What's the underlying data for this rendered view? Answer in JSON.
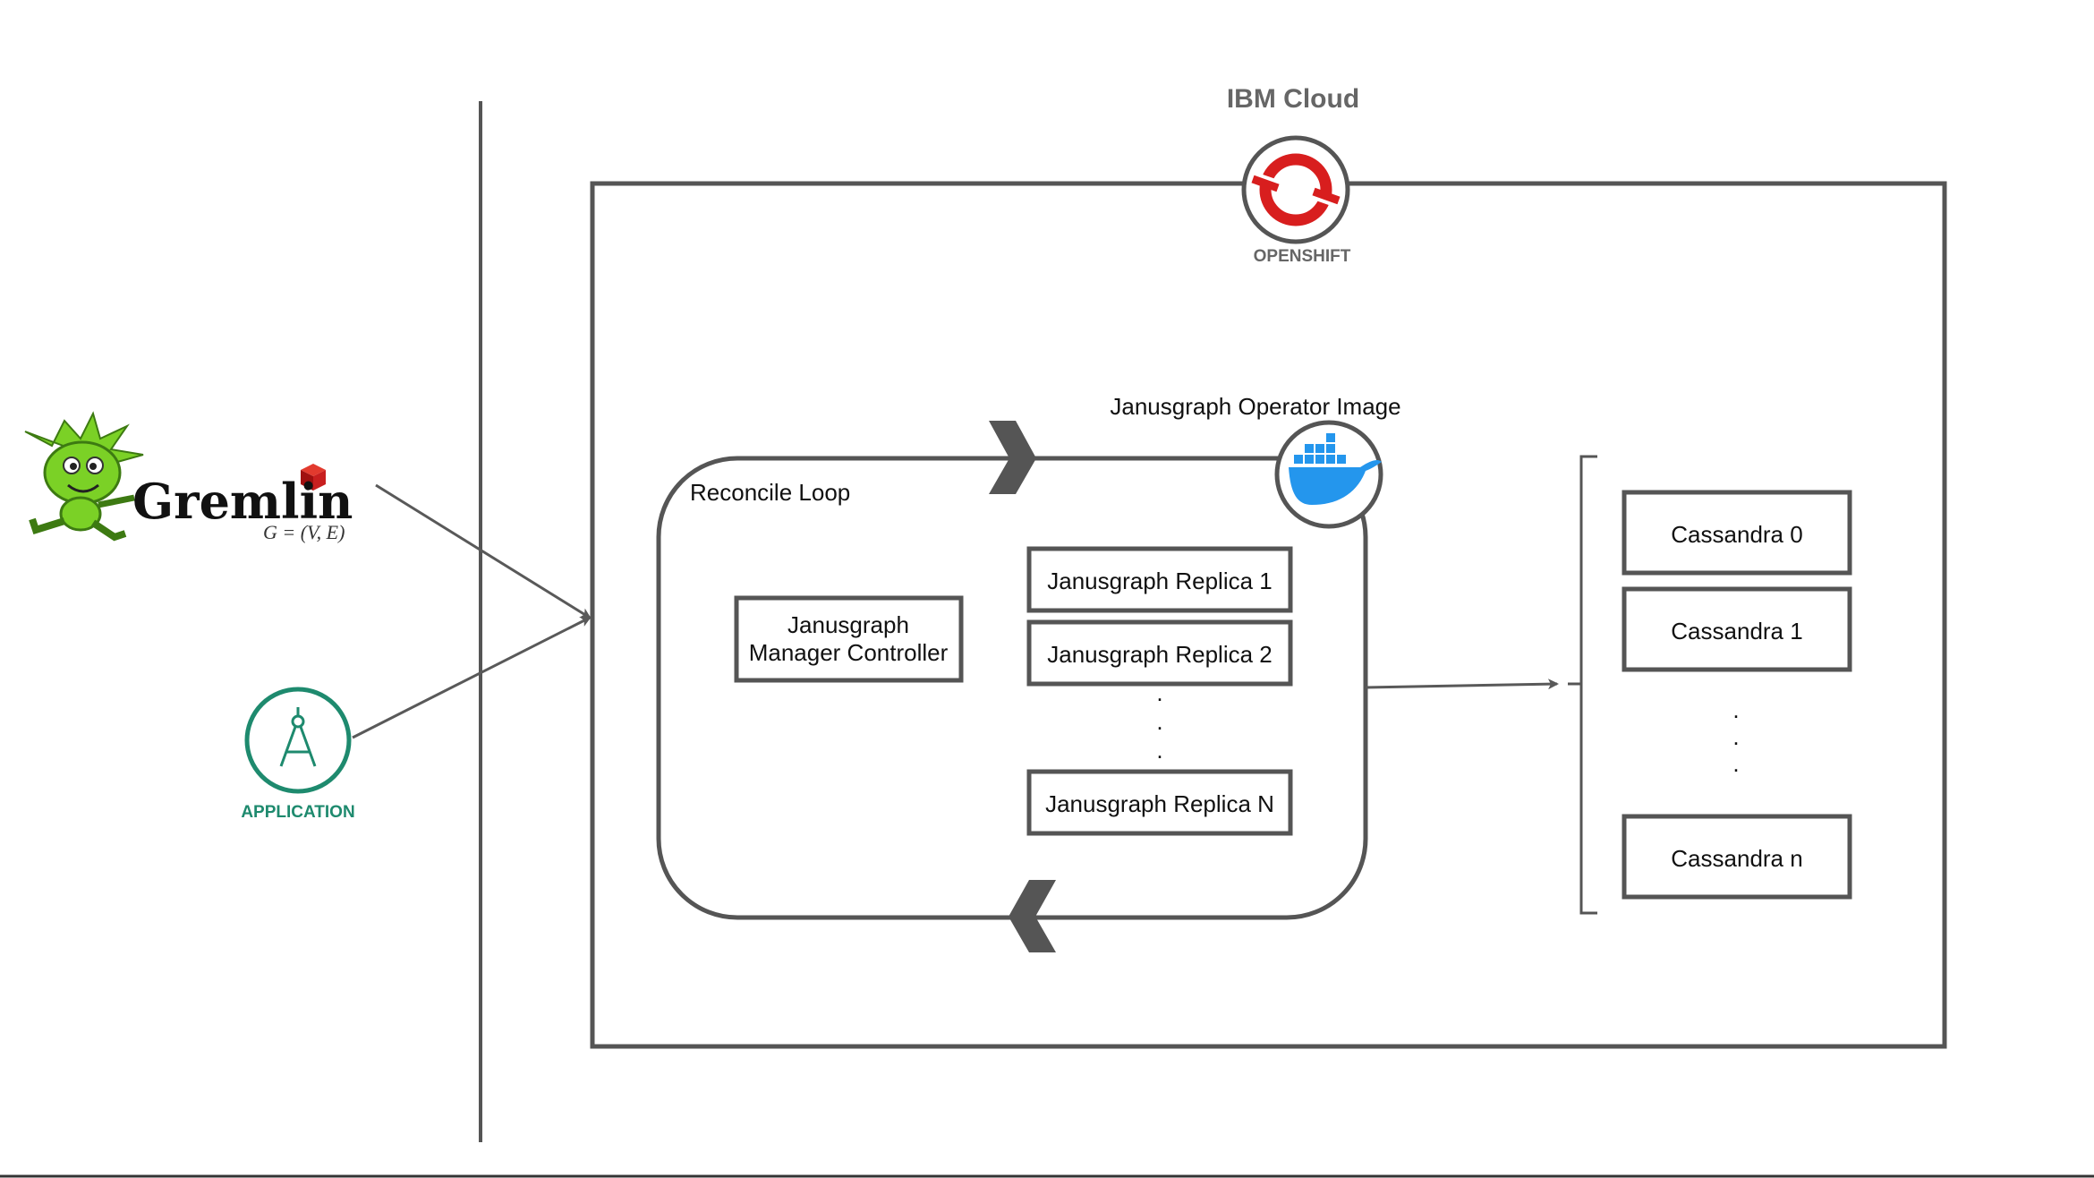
{
  "cloud": {
    "title": "IBM Cloud",
    "platform_label": "OPENSHIFT"
  },
  "operator": {
    "image_label": "Janusgraph Operator Image",
    "loop_label": "Reconcile Loop"
  },
  "manager": {
    "line1": "Janusgraph",
    "line2": "Manager Controller"
  },
  "replicas": [
    {
      "label": "Janusgraph Replica 1"
    },
    {
      "label": "Janusgraph Replica 2"
    },
    {
      "label": "Janusgraph Replica N"
    }
  ],
  "cassandra": [
    {
      "label": "Cassandra 0"
    },
    {
      "label": "Cassandra 1"
    },
    {
      "label": "Cassandra n"
    }
  ],
  "gremlin": {
    "name": "Gremlin",
    "formula": "G = (V, E)"
  },
  "application": {
    "label": "APPLICATION"
  },
  "ellipsis": ".",
  "colors": {
    "line": "#595959",
    "openshift_red": "#d81e1e",
    "docker_blue": "#2496ed",
    "application_green": "#1e8a6e",
    "gremlin_green": "#7bd126"
  },
  "icons": [
    "openshift-icon",
    "docker-icon",
    "gremlin-mascot-icon",
    "application-icon"
  ]
}
